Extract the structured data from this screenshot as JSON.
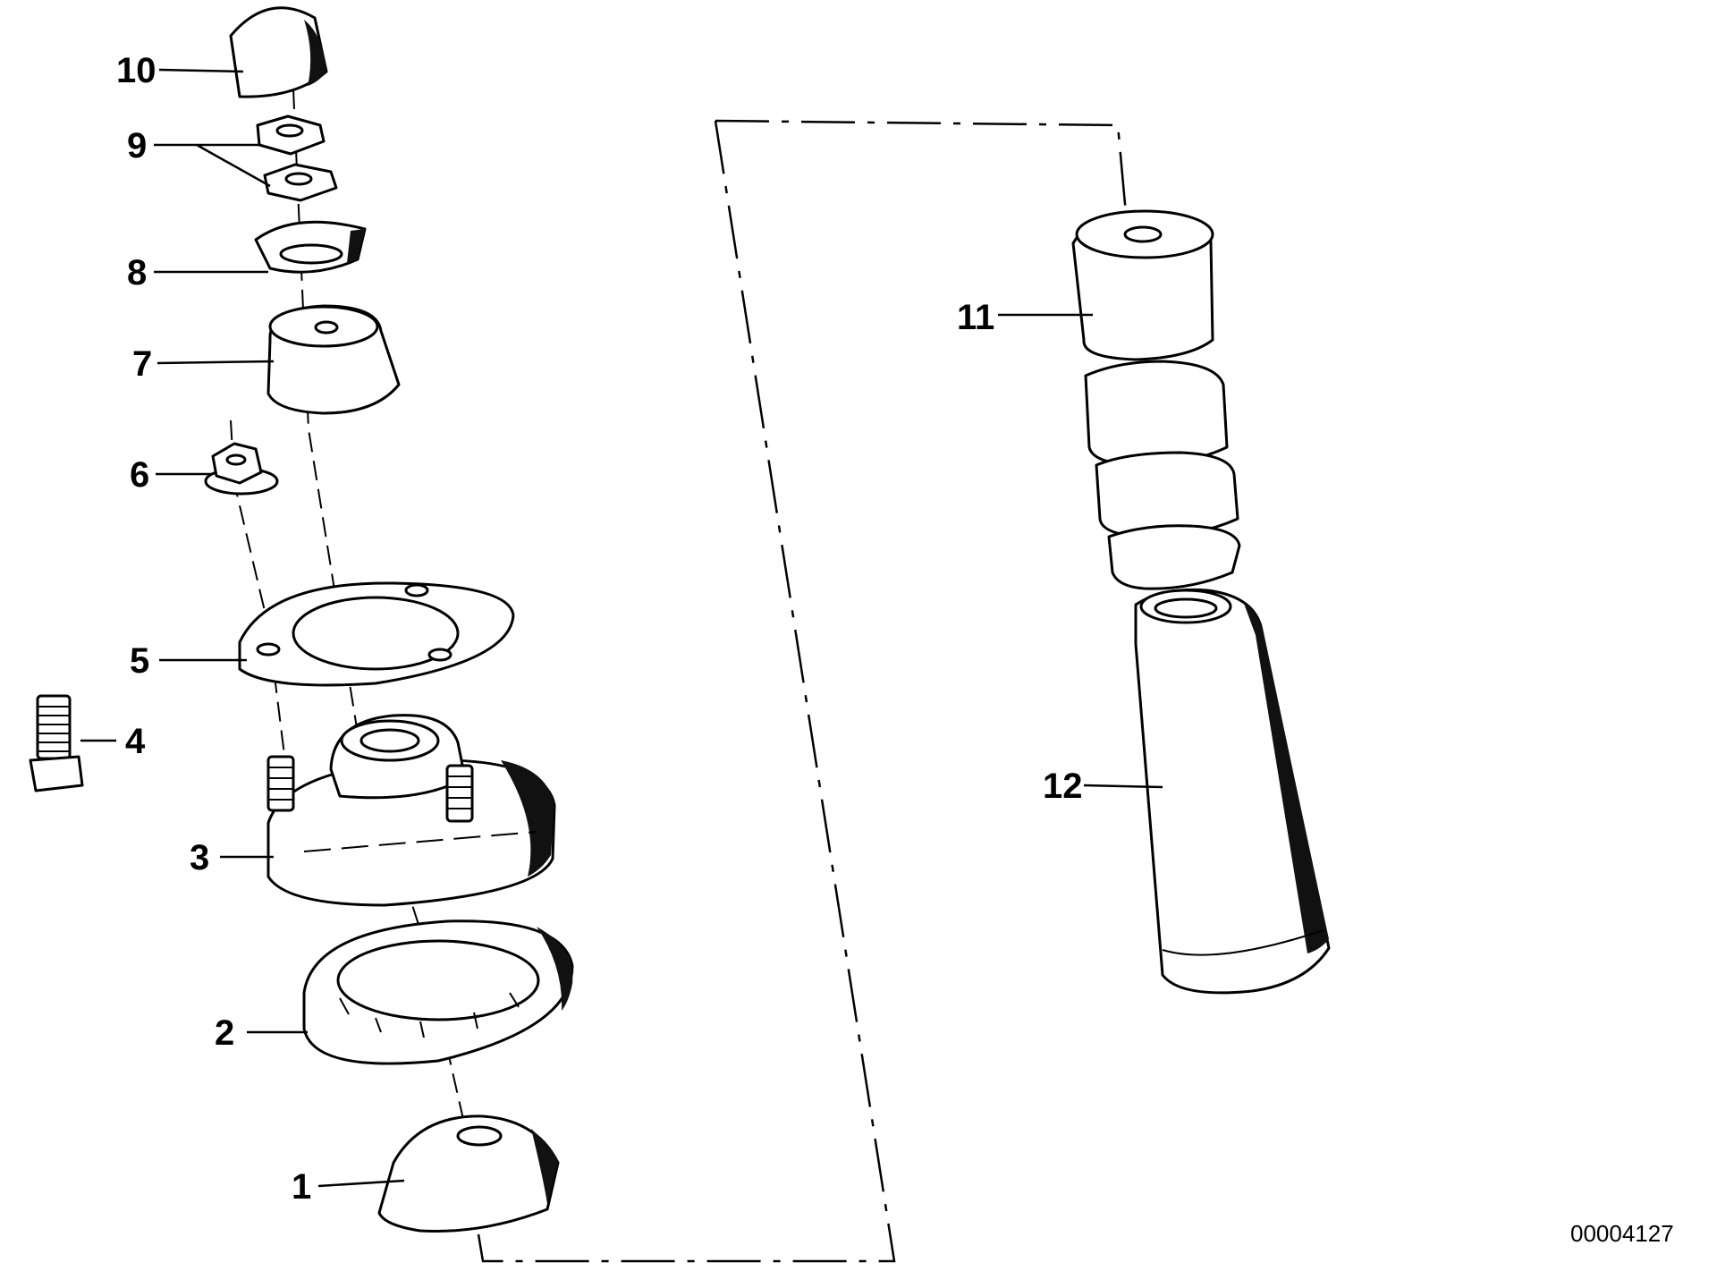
{
  "drawing_id": "00004127",
  "callouts": [
    {
      "number": "1"
    },
    {
      "number": "2"
    },
    {
      "number": "3"
    },
    {
      "number": "4"
    },
    {
      "number": "5"
    },
    {
      "number": "6"
    },
    {
      "number": "7"
    },
    {
      "number": "8"
    },
    {
      "number": "9"
    },
    {
      "number": "10"
    },
    {
      "number": "11"
    },
    {
      "number": "12"
    }
  ]
}
